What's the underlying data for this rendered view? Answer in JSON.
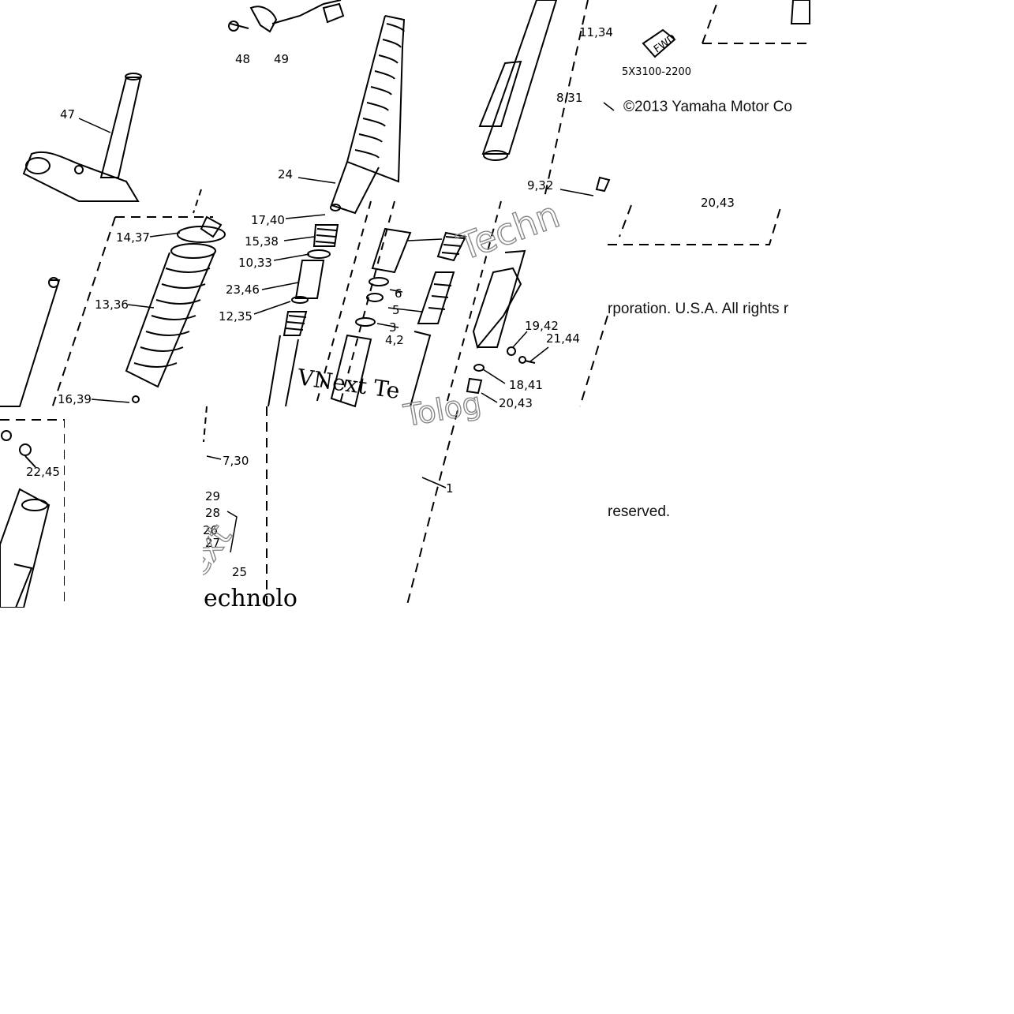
{
  "diagram": {
    "part_labels": [
      "47",
      "48",
      "49",
      "24",
      "17,40",
      "15,38",
      "10,33",
      "23,46",
      "12,35",
      "14,37",
      "13,36",
      "16,39",
      "22,45",
      "7,30",
      "29",
      "28",
      "26",
      "27",
      "25",
      "11,34",
      "8,31",
      "9,32",
      "20,43",
      "6",
      "5",
      "3",
      "4,2",
      "19,42",
      "21,44",
      "18,41",
      "20,43",
      "1"
    ],
    "part_number": "5X3100-2200",
    "fwd_mark": "FWD"
  },
  "copyright": {
    "part1": "©2013 Yamaha Motor Co",
    "part2": "rporation. U.S.A. All rights r",
    "part3": "reserved."
  },
  "watermark": {
    "main": "VNext Te",
    "techno1": "Techn",
    "techno2": "ext",
    "techno3": "echnolo",
    "outline": "Tolog"
  }
}
